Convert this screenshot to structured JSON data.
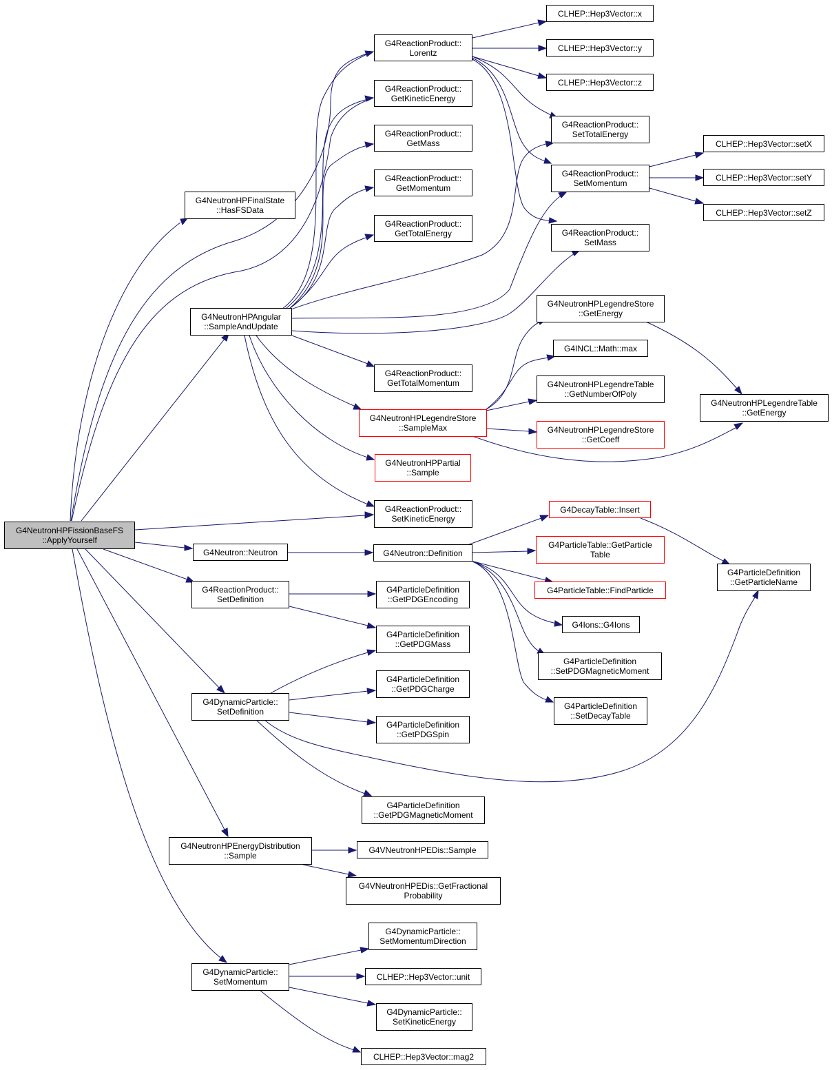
{
  "colors": {
    "edge": "#191970",
    "node_border": "#000000",
    "node_border_truncated": "#ff0000",
    "root_fill": "#bfbfbf"
  },
  "nodes": {
    "root": {
      "l1": "G4NeutronHPFissionBaseFS",
      "l2": "::ApplyYourself"
    },
    "hasfs": {
      "l1": "G4NeutronHPFinalState",
      "l2": "::HasFSData"
    },
    "angular": {
      "l1": "G4NeutronHPAngular",
      "l2": "::SampleAndUpdate"
    },
    "lorentz": {
      "l1": "G4ReactionProduct::",
      "l2": "Lorentz"
    },
    "getkin": {
      "l1": "G4ReactionProduct::",
      "l2": "GetKineticEnergy"
    },
    "getmass": {
      "l1": "G4ReactionProduct::",
      "l2": "GetMass"
    },
    "getmom": {
      "l1": "G4ReactionProduct::",
      "l2": "GetMomentum"
    },
    "gettot": {
      "l1": "G4ReactionProduct::",
      "l2": "GetTotalEnergy"
    },
    "hx": {
      "l1": "CLHEP::Hep3Vector::x"
    },
    "hy": {
      "l1": "CLHEP::Hep3Vector::y"
    },
    "hz": {
      "l1": "CLHEP::Hep3Vector::z"
    },
    "settot": {
      "l1": "G4ReactionProduct::",
      "l2": "SetTotalEnergy"
    },
    "setmom": {
      "l1": "G4ReactionProduct::",
      "l2": "SetMomentum"
    },
    "setmass": {
      "l1": "G4ReactionProduct::",
      "l2": "SetMass"
    },
    "setX": {
      "l1": "CLHEP::Hep3Vector::setX"
    },
    "setY": {
      "l1": "CLHEP::Hep3Vector::setY"
    },
    "setZ": {
      "l1": "CLHEP::Hep3Vector::setZ"
    },
    "lsgetenergy": {
      "l1": "G4NeutronHPLegendreStore",
      "l2": "::GetEnergy"
    },
    "inclmax": {
      "l1": "G4INCL::Math::max"
    },
    "ltgetnum": {
      "l1": "G4NeutronHPLegendreTable",
      "l2": "::GetNumberOfPoly"
    },
    "lsgetcoeff": {
      "l1": "G4NeutronHPLegendreStore",
      "l2": "::GetCoeff"
    },
    "ltgetenergy": {
      "l1": "G4NeutronHPLegendreTable",
      "l2": "::GetEnergy"
    },
    "gettotmom": {
      "l1": "G4ReactionProduct::",
      "l2": "GetTotalMomentum"
    },
    "samplemax": {
      "l1": "G4NeutronHPLegendreStore",
      "l2": "::SampleMax"
    },
    "partial": {
      "l1": "G4NeutronHPPartial",
      "l2": "::Sample"
    },
    "setkin": {
      "l1": "G4ReactionProduct::",
      "l2": "SetKineticEnergy"
    },
    "neutron": {
      "l1": "G4Neutron::Neutron"
    },
    "definition": {
      "l1": "G4Neutron::Definition"
    },
    "insert": {
      "l1": "G4DecayTable::Insert"
    },
    "ptgetparticle": {
      "l1": "G4ParticleTable::GetParticle",
      "l2": "Table"
    },
    "findparticle": {
      "l1": "G4ParticleTable::FindParticle"
    },
    "g4ions": {
      "l1": "G4Ions::G4Ions"
    },
    "setpdgmag": {
      "l1": "G4ParticleDefinition",
      "l2": "::SetPDGMagneticMoment"
    },
    "setdecay": {
      "l1": "G4ParticleDefinition",
      "l2": "::SetDecayTable"
    },
    "getparticlename": {
      "l1": "G4ParticleDefinition",
      "l2": "::GetParticleName"
    },
    "rpsetdef": {
      "l1": "G4ReactionProduct::",
      "l2": "SetDefinition"
    },
    "getpdgenc": {
      "l1": "G4ParticleDefinition",
      "l2": "::GetPDGEncoding"
    },
    "getpdgmass": {
      "l1": "G4ParticleDefinition",
      "l2": "::GetPDGMass"
    },
    "getpdgcharge": {
      "l1": "G4ParticleDefinition",
      "l2": "::GetPDGCharge"
    },
    "getpdgspin": {
      "l1": "G4ParticleDefinition",
      "l2": "::GetPDGSpin"
    },
    "dpsetdef": {
      "l1": "G4DynamicParticle::",
      "l2": "SetDefinition"
    },
    "getpdgmag": {
      "l1": "G4ParticleDefinition",
      "l2": "::GetPDGMagneticMoment"
    },
    "edsample": {
      "l1": "G4NeutronHPEnergyDistribution",
      "l2": "::Sample"
    },
    "vsample": {
      "l1": "G4VNeutronHPEDis::Sample"
    },
    "vgetfrac": {
      "l1": "G4VNeutronHPEDis::GetFractional",
      "l2": "Probability"
    },
    "dpsetmomdir": {
      "l1": "G4DynamicParticle::",
      "l2": "SetMomentumDirection"
    },
    "dpsetmom": {
      "l1": "G4DynamicParticle::",
      "l2": "SetMomentum"
    },
    "unit": {
      "l1": "CLHEP::Hep3Vector::unit"
    },
    "dpsetkin": {
      "l1": "G4DynamicParticle::",
      "l2": "SetKineticEnergy"
    },
    "mag2": {
      "l1": "CLHEP::Hep3Vector::mag2"
    }
  }
}
